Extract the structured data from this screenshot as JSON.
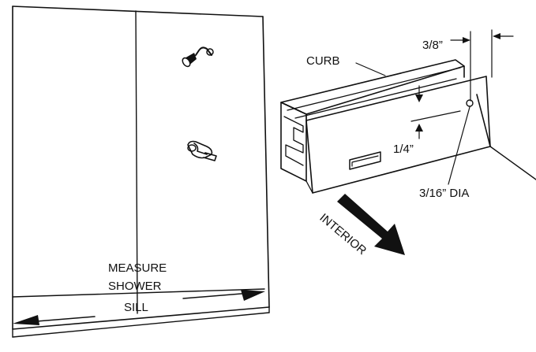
{
  "labels": {
    "curb": "CURB",
    "three_eighths": "3/8”",
    "one_quarter": "1/4”",
    "hole_dia": "3/16” DIA",
    "interior": "INTERIOR",
    "measure": "MEASURE",
    "shower": "SHOWER",
    "sill": "SILL"
  },
  "icons": {
    "shower_head": "shower-head-icon",
    "faucet": "faucet-handle-icon",
    "direction_arrow": "interior-direction-arrow-icon"
  },
  "colors": {
    "ink": "#111111",
    "paper": "#ffffff",
    "shade": "#e6e6e6"
  }
}
